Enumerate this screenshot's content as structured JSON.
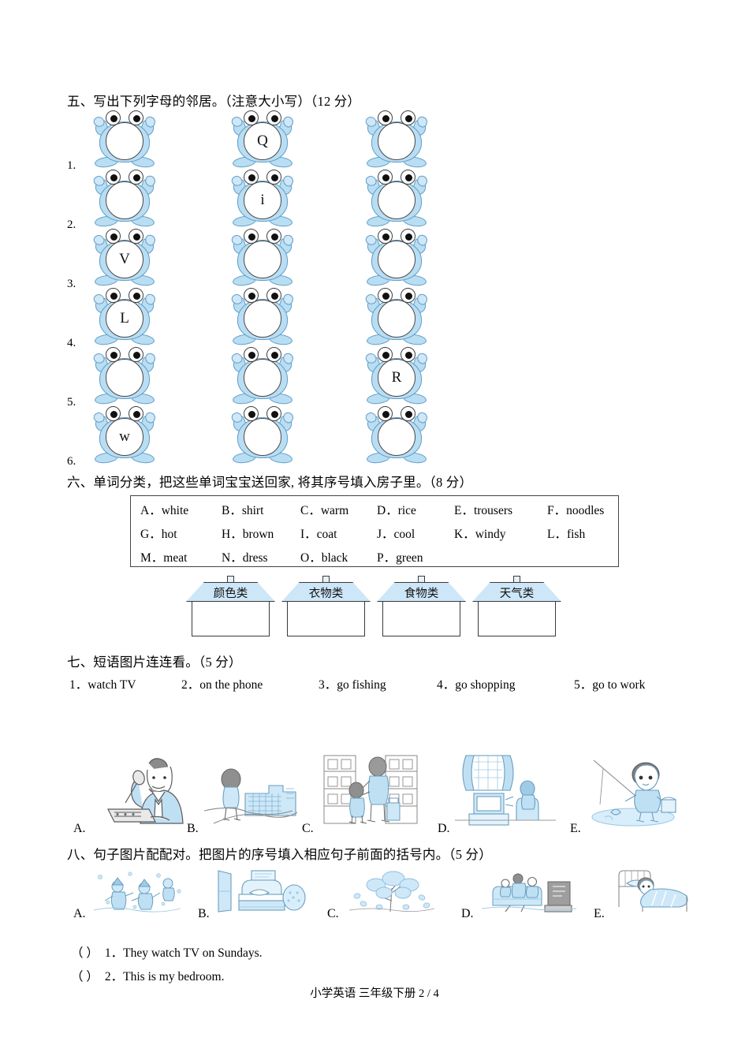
{
  "page": {
    "footer": "小学英语 三年级下册 2 / 4"
  },
  "section5": {
    "title": "五、写出下列字母的邻居。（注意大小写）（12 分）",
    "rows": [
      {
        "num": "1.",
        "cells": [
          "",
          "Q",
          ""
        ]
      },
      {
        "num": "2.",
        "cells": [
          "",
          "i",
          ""
        ]
      },
      {
        "num": "3.",
        "cells": [
          "V",
          "",
          ""
        ]
      },
      {
        "num": "4.",
        "cells": [
          "L",
          "",
          ""
        ]
      },
      {
        "num": "5.",
        "cells": [
          "",
          "",
          "R"
        ]
      },
      {
        "num": "6.",
        "cells": [
          "w",
          "",
          ""
        ]
      }
    ]
  },
  "section6": {
    "title": "六、单词分类，把这些单词宝宝送回家, 将其序号填入房子里。（8 分）",
    "words": [
      [
        "A．white",
        "B．shirt",
        "C．warm",
        "D．rice",
        "E．trousers",
        "F．noodles"
      ],
      [
        "G．hot",
        "H．brown",
        "I．coat",
        "J．cool",
        "K．windy",
        "L．fish"
      ],
      [
        "M．meat",
        "N．dress",
        "O．black",
        "P．green",
        "",
        ""
      ]
    ],
    "houses": [
      "颜色类",
      "衣物类",
      "食物类",
      "天气类"
    ]
  },
  "section7": {
    "title": "七、短语图片连连看。（5 分）",
    "phrases": [
      "1．watch TV",
      "2．on the phone",
      "3．go fishing",
      "4．go shopping",
      "5．go to work"
    ],
    "picture_labels": [
      "A.",
      "B.",
      "C.",
      "D.",
      "E."
    ],
    "picture_names": [
      "man-on-phone",
      "woman-walking-to-office",
      "mother-child-shopping",
      "boy-watching-tv",
      "girl-fishing"
    ]
  },
  "section8": {
    "title": "八、句子图片配配对。把图片的序号填入相应句子前面的括号内。（5 分）",
    "picture_labels": [
      "A.",
      "B.",
      "C.",
      "D.",
      "E."
    ],
    "picture_names": [
      "children-playing-snow",
      "bedroom",
      "tree-windy",
      "family-watching-tv",
      "person-sleeping-bed"
    ],
    "sentences": [
      {
        "bracket": "（        ）",
        "text": "1．They watch TV on Sundays."
      },
      {
        "bracket": "（        ）",
        "text": "2．This is my bedroom."
      }
    ]
  },
  "colors": {
    "frog_body": "#b9ddf2",
    "frog_outline": "#5f9ec9",
    "roof": "#cde6f8",
    "line_art": "#7fc0e6"
  }
}
